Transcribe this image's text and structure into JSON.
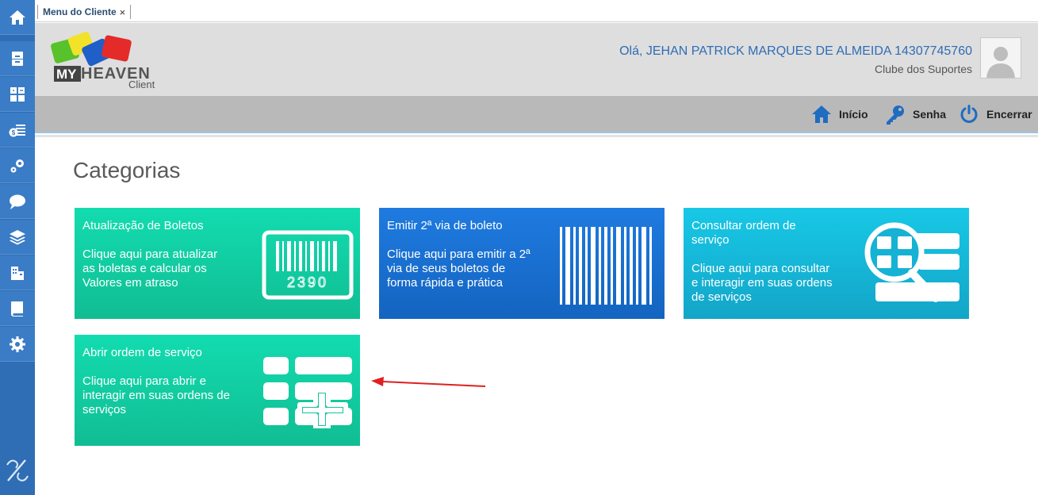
{
  "sidebar": {
    "items": [
      {
        "icon": "home-icon"
      },
      {
        "icon": "cabinet-icon"
      },
      {
        "icon": "calculator-icon"
      },
      {
        "icon": "money-list-icon"
      },
      {
        "icon": "gears-icon"
      },
      {
        "icon": "chat-icon"
      },
      {
        "icon": "layers-icon"
      },
      {
        "icon": "building-icon"
      },
      {
        "icon": "book-icon"
      },
      {
        "icon": "settings-icon"
      }
    ],
    "logo_icon": "brand-slash-logo"
  },
  "tabs": [
    {
      "label": "Menu do Cliente",
      "close": "×"
    }
  ],
  "header": {
    "logo_text": "MYHEAVEN",
    "logo_subtext": "Client",
    "greeting": "Olá, JEHAN PATRICK MARQUES DE ALMEIDA 14307745760",
    "company": "Clube dos Suportes"
  },
  "nav": [
    {
      "label": "Início",
      "icon": "home-icon"
    },
    {
      "label": "Senha",
      "icon": "key-icon"
    },
    {
      "label": "Encerrar",
      "icon": "power-icon"
    }
  ],
  "main": {
    "title": "Categorias",
    "cards": [
      {
        "title": "Atualização de Boletos",
        "desc": "Clique aqui para atualizar as boletas e calcular os Valores em atraso",
        "icon": "barcode-2390-icon",
        "barcode_number": "2390",
        "color": "#12c9a0"
      },
      {
        "title": "Emitir 2ª via de boleto",
        "desc": "Clique aqui para emitir a 2ª via de seus boletos de forma rápida e prática",
        "icon": "barcode-icon",
        "color": "#1a6fcc"
      },
      {
        "title": "Consultar ordem de serviço",
        "desc": "Clique aqui para consultar e interagir em suas ordens de serviços",
        "icon": "search-list-icon",
        "color": "#17b2d3"
      },
      {
        "title": "Abrir ordem de serviço",
        "desc": "Clique aqui para abrir e interagir em suas ordens de serviços",
        "icon": "add-list-icon",
        "color": "#12c9a0"
      }
    ]
  },
  "colors": {
    "sidebar": "#2f6db5",
    "accent_blue": "#2f6db5",
    "annotation_arrow": "#e02020"
  }
}
